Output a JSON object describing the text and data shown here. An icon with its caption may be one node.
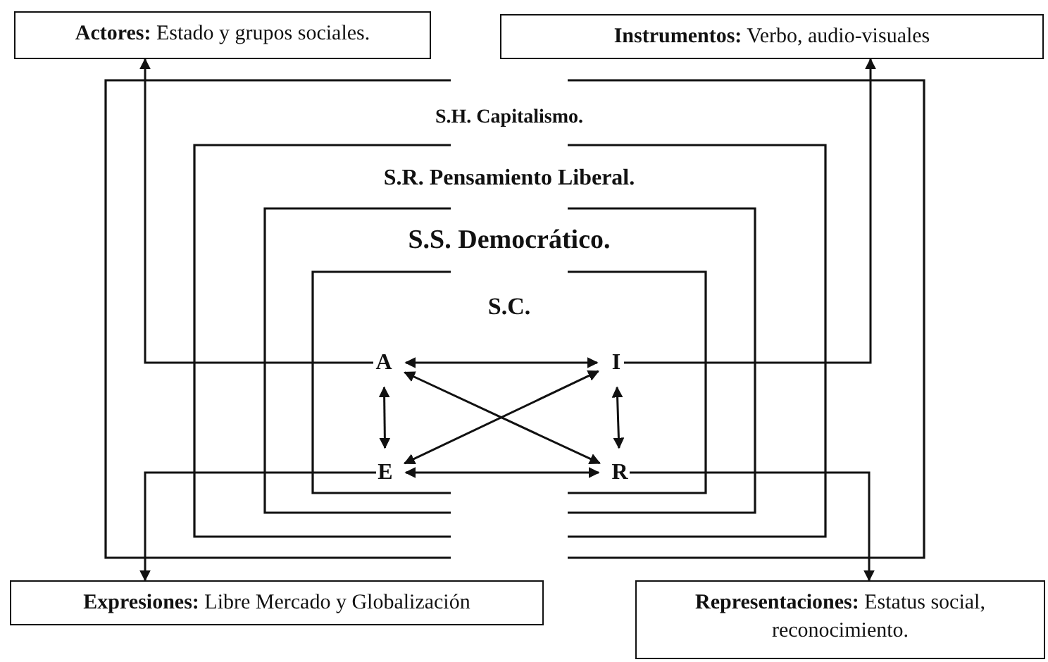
{
  "diagram": {
    "nodes": [
      {
        "text": [
          "**Actores:** Estado y grupos sociales."
        ]
      },
      {
        "text": [
          "**Instrumentos:** Verbo, audio-visuales"
        ]
      },
      {
        "text": [
          "S.H. Capitalismo."
        ]
      },
      {
        "text": [
          "S.R. Pensamiento Liberal."
        ],
        "in": 2
      },
      {
        "text": [
          "S.S. Democrático."
        ],
        "in": 3
      },
      {
        "text": [
          "S.C."
        ],
        "in": 4
      },
      {
        "text": [
          "A"
        ],
        "in": 5
      },
      {
        "text": [
          "I"
        ],
        "in": 5
      },
      {
        "text": [
          "E"
        ],
        "in": 5
      },
      {
        "text": [
          "R"
        ],
        "in": 5
      },
      {
        "text": [
          "**Expresiones:** Libre Mercado y Globalización"
        ]
      },
      {
        "text": [
          "**Representaciones:** Estatus social, reconocimiento."
        ]
      }
    ],
    "edges": [
      {
        "from": 6,
        "to": 0,
        "arrow": "to"
      },
      {
        "from": 7,
        "to": 1,
        "arrow": "to"
      },
      {
        "from": 8,
        "to": 10,
        "arrow": "to"
      },
      {
        "from": 9,
        "to": 11,
        "arrow": "to"
      },
      {
        "from": 6,
        "to": 7,
        "arrow": "both"
      },
      {
        "from": 6,
        "to": 8,
        "arrow": "both"
      },
      {
        "from": 7,
        "to": 9,
        "arrow": "both"
      },
      {
        "from": 8,
        "to": 9,
        "arrow": "both"
      },
      {
        "from": 6,
        "to": 9,
        "arrow": "both"
      },
      {
        "from": 7,
        "to": 8,
        "arrow": "both"
      }
    ]
  }
}
